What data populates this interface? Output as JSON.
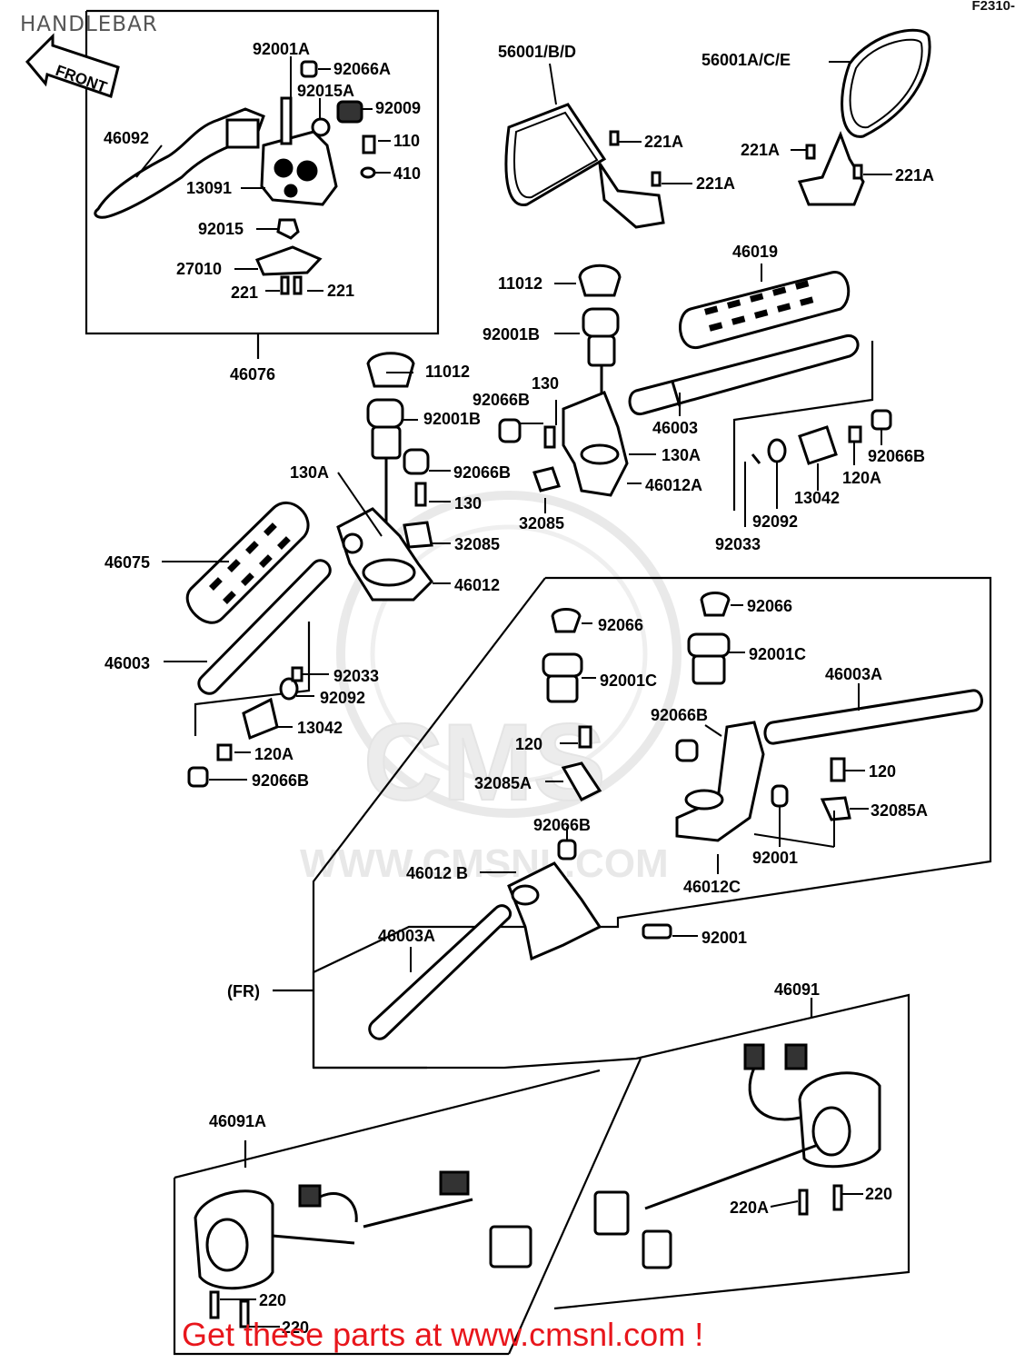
{
  "page": {
    "title": "HANDLEBAR",
    "figure_code": "F2310-",
    "front_arrow_label": "FRONT",
    "watermark": "WWW.CMSNL.COM",
    "footer_banner": "Get these parts at www.cmsnl.com !"
  },
  "colors": {
    "ink": "#000000",
    "title": "#555555",
    "banner": "#e8161c",
    "watermark": "#cfcfcf"
  },
  "parts": [
    {
      "id": "group-left-lever",
      "label": "46076"
    },
    {
      "id": "mount-pin",
      "label": "92001A"
    },
    {
      "id": "lever-pin-cap",
      "label": "92066A"
    },
    {
      "id": "lever-nut",
      "label": "92015A"
    },
    {
      "id": "lever-bolt",
      "label": "92009"
    },
    {
      "id": "clutch-lever",
      "label": "46092"
    },
    {
      "id": "holder-bolt",
      "label": "110"
    },
    {
      "id": "holder-washer",
      "label": "410"
    },
    {
      "id": "lever-holder",
      "label": "13091"
    },
    {
      "id": "holder-nut",
      "label": "92015"
    },
    {
      "id": "holder-clamp",
      "label": "27010"
    },
    {
      "id": "clamp-screw-left",
      "label": "221"
    },
    {
      "id": "clamp-screw-right",
      "label": "221"
    },
    {
      "id": "mirror-left",
      "label": "56001/B/D"
    },
    {
      "id": "mirror-right",
      "label": "56001A/C/E"
    },
    {
      "id": "mirror-left-screw-a",
      "label": "221A"
    },
    {
      "id": "mirror-left-screw-b",
      "label": "221A"
    },
    {
      "id": "mirror-right-screw-a",
      "label": "221A"
    },
    {
      "id": "mirror-right-screw-b",
      "label": "221A"
    },
    {
      "id": "right-grip",
      "label": "46019"
    },
    {
      "id": "upper-cap",
      "label": "11012"
    },
    {
      "id": "upper-nut-b",
      "label": "92001B"
    },
    {
      "id": "upper-bolt",
      "label": "130"
    },
    {
      "id": "upper-cap-b",
      "label": "92066B"
    },
    {
      "id": "right-handlebar",
      "label": "46003"
    },
    {
      "id": "upper-pin-a",
      "label": "130A"
    },
    {
      "id": "upper-holder-a",
      "label": "46012A"
    },
    {
      "id": "upper-guide",
      "label": "32085"
    },
    {
      "id": "right-end-cap",
      "label": "92066B"
    },
    {
      "id": "right-end-bolt",
      "label": "120A"
    },
    {
      "id": "right-weight",
      "label": "13042"
    },
    {
      "id": "right-damper",
      "label": "92092"
    },
    {
      "id": "right-clip",
      "label": "92033"
    },
    {
      "id": "lower-cap",
      "label": "11012"
    },
    {
      "id": "lower-nut-b",
      "label": "92001B"
    },
    {
      "id": "lower-pin-a",
      "label": "130A"
    },
    {
      "id": "lower-cap-b",
      "label": "92066B"
    },
    {
      "id": "lower-bolt",
      "label": "130"
    },
    {
      "id": "lower-guide",
      "label": "32085"
    },
    {
      "id": "left-grip",
      "label": "46075"
    },
    {
      "id": "left-holder",
      "label": "46012"
    },
    {
      "id": "left-handlebar",
      "label": "46003"
    },
    {
      "id": "left-clip",
      "label": "92033"
    },
    {
      "id": "left-damper",
      "label": "92092"
    },
    {
      "id": "left-weight",
      "label": "13042"
    },
    {
      "id": "left-end-bolt",
      "label": "120A"
    },
    {
      "id": "left-end-cap",
      "label": "92066B"
    },
    {
      "id": "fr-cap-left",
      "label": "92066"
    },
    {
      "id": "fr-nut-left",
      "label": "92001C"
    },
    {
      "id": "fr-cap-right",
      "label": "92066"
    },
    {
      "id": "fr-nut-right",
      "label": "92001C"
    },
    {
      "id": "fr-handlebar-right",
      "label": "46003A"
    },
    {
      "id": "fr-cap-b-right",
      "label": "92066B"
    },
    {
      "id": "fr-bolt-left",
      "label": "120"
    },
    {
      "id": "fr-bolt-right",
      "label": "120"
    },
    {
      "id": "fr-guide-left",
      "label": "32085A"
    },
    {
      "id": "fr-guide-right",
      "label": "32085A"
    },
    {
      "id": "fr-cap-b-lower",
      "label": "92066B"
    },
    {
      "id": "fr-pin-right",
      "label": "92001"
    },
    {
      "id": "fr-holder-b",
      "label": "46012 B"
    },
    {
      "id": "fr-holder-c",
      "label": "46012C"
    },
    {
      "id": "fr-pin-lower",
      "label": "92001"
    },
    {
      "id": "fr-handlebar-left",
      "label": "46003A"
    },
    {
      "id": "fr-group",
      "label": "(FR)"
    },
    {
      "id": "right-switch",
      "label": "46091"
    },
    {
      "id": "right-switch-screw-a",
      "label": "220A"
    },
    {
      "id": "right-switch-screw",
      "label": "220"
    },
    {
      "id": "left-switch",
      "label": "46091A"
    },
    {
      "id": "left-switch-screw-a",
      "label": "220"
    },
    {
      "id": "left-switch-screw-b",
      "label": "220"
    }
  ]
}
